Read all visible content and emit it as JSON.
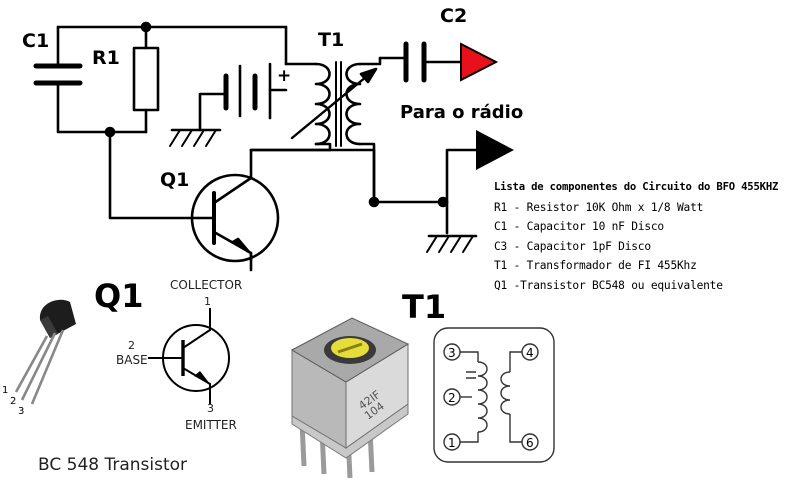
{
  "schematic": {
    "c1_label": "C1",
    "r1_label": "R1",
    "t1_label": "T1",
    "c2_label": "C2",
    "q1_label": "Q1",
    "battery_plus": "+",
    "output_label": "Para o rádio"
  },
  "components_list": {
    "title": "Lista de componentes do Circuito do BFO 455KHZ",
    "items": [
      "R1 - Resistor 10K Ohm x 1/8 Watt",
      "C1 - Capacitor 10 nF Disco",
      "C3 -  Capacitor 1pF Disco",
      "T1 - Transformador de FI 455Khz",
      "Q1 -Transistor BC548 ou equivalente"
    ]
  },
  "transistor_pinout": {
    "big_label": "Q1",
    "collector": "COLLECTOR",
    "base": "BASE",
    "emitter": "EMITTER",
    "pin1": "1",
    "pin2": "2",
    "pin3": "3",
    "package_pins": [
      "1",
      "2",
      "3"
    ],
    "caption": "BC 548 Transistor"
  },
  "transformer": {
    "big_label": "T1",
    "body_marking_1": "42IF",
    "body_marking_2": "104",
    "pins": [
      "3",
      "2",
      "1",
      "4",
      "6"
    ]
  },
  "colors": {
    "c2_arrow": "#e8111b",
    "coil_core": "#e6dc3a",
    "ground_arrow": "#000000"
  }
}
